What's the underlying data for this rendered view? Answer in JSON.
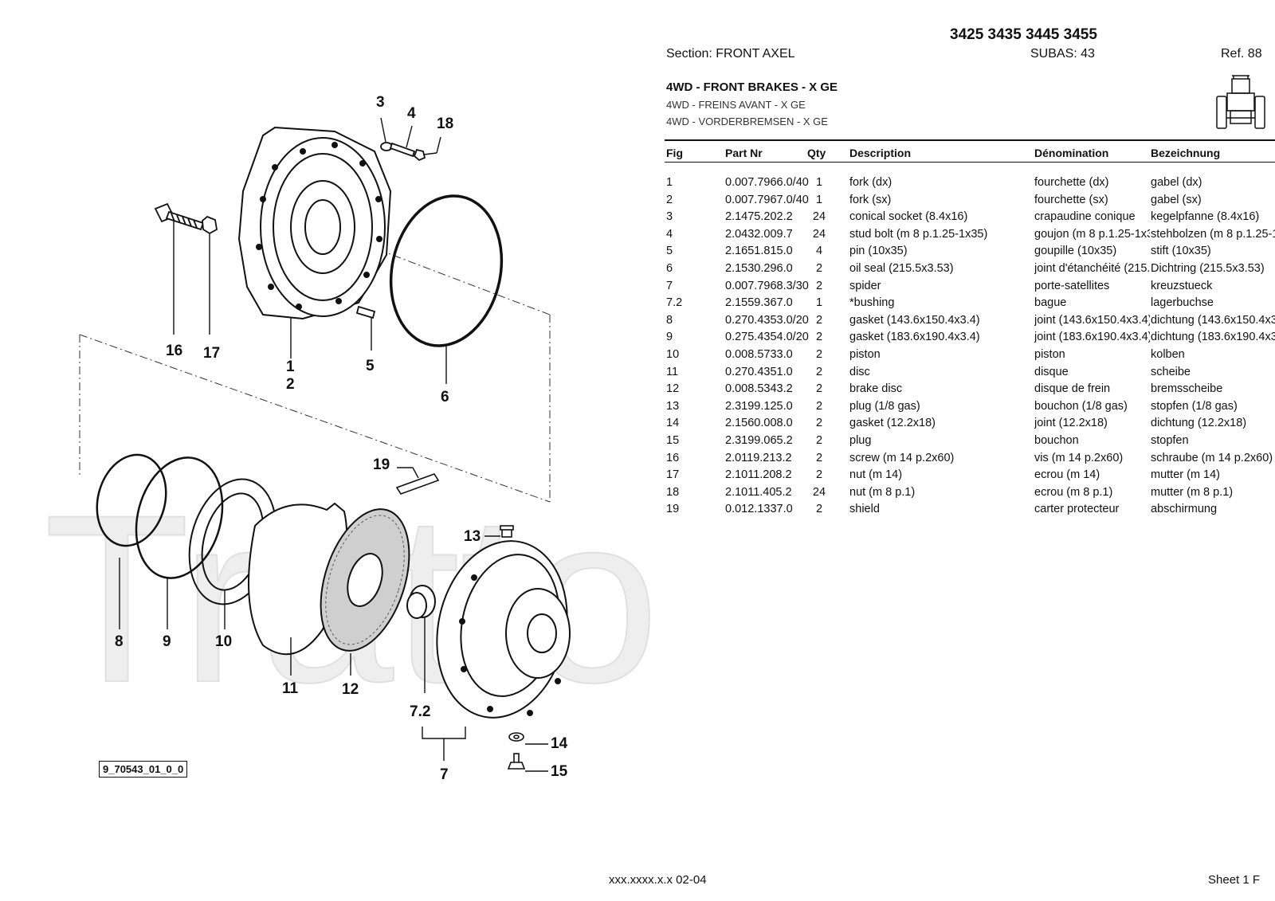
{
  "header": {
    "models": "3425 3435 3445 3455",
    "section": "Section: FRONT AXEL",
    "subas": "SUBAS: 43",
    "ref": "Ref. 88",
    "title_en": "4WD - FRONT BRAKES - X GE",
    "title_fr": "4WD - FREINS AVANT - X GE",
    "title_de": "4WD - VORDERBREMSEN - X GE",
    "tractor_icon": "tractor-front-view-icon"
  },
  "table": {
    "headers": {
      "fig": "Fig",
      "part": "Part Nr",
      "qty": "Qty",
      "desc": "Description",
      "fr": "Dénomination",
      "de": "Bezeichnung"
    },
    "rows": [
      {
        "fig": "1",
        "part": "0.007.7966.0/40",
        "qty": "1",
        "desc": "fork (dx)",
        "fr": "fourchette (dx)",
        "de": "gabel (dx)"
      },
      {
        "fig": "2",
        "part": "0.007.7967.0/40",
        "qty": "1",
        "desc": "fork (sx)",
        "fr": "fourchette (sx)",
        "de": "gabel (sx)"
      },
      {
        "fig": "3",
        "part": "2.1475.202.2",
        "qty": "24",
        "desc": "conical socket (8.4x16)",
        "fr": "crapaudine conique",
        "de": "kegelpfanne (8.4x16)"
      },
      {
        "fig": "4",
        "part": "2.0432.009.7",
        "qty": "24",
        "desc": "stud bolt (m 8 p.1.25-1x35)",
        "fr": "goujon (m 8 p.1.25-1x3",
        "de": "stehbolzen (m 8 p.1.25-1"
      },
      {
        "fig": "5",
        "part": "2.1651.815.0",
        "qty": "4",
        "desc": "pin (10x35)",
        "fr": "goupille (10x35)",
        "de": "stift (10x35)"
      },
      {
        "fig": "6",
        "part": "2.1530.296.0",
        "qty": "2",
        "desc": "oil seal (215.5x3.53)",
        "fr": "joint d'étanchéité (215.5",
        "de": "Dichtring (215.5x3.53)"
      },
      {
        "fig": "7",
        "part": "0.007.7968.3/30",
        "qty": "2",
        "desc": "spider",
        "fr": "porte-satellites",
        "de": "kreuzstueck"
      },
      {
        "fig": "7.2",
        "part": "2.1559.367.0",
        "qty": "1",
        "desc": "*bushing",
        "fr": "bague",
        "de": "lagerbuchse"
      },
      {
        "fig": "8",
        "part": "0.270.4353.0/20",
        "qty": "2",
        "desc": "gasket (143.6x150.4x3.4)",
        "fr": "joint (143.6x150.4x3.4)",
        "de": "dichtung (143.6x150.4x3."
      },
      {
        "fig": "9",
        "part": "0.275.4354.0/20",
        "qty": "2",
        "desc": "gasket (183.6x190.4x3.4)",
        "fr": "joint (183.6x190.4x3.4)",
        "de": "dichtung (183.6x190.4x3."
      },
      {
        "fig": "10",
        "part": "0.008.5733.0",
        "qty": "2",
        "desc": "piston",
        "fr": "piston",
        "de": "kolben"
      },
      {
        "fig": "11",
        "part": "0.270.4351.0",
        "qty": "2",
        "desc": "disc",
        "fr": "disque",
        "de": "scheibe"
      },
      {
        "fig": "12",
        "part": "0.008.5343.2",
        "qty": "2",
        "desc": "brake disc",
        "fr": "disque de frein",
        "de": "bremsscheibe"
      },
      {
        "fig": "13",
        "part": "2.3199.125.0",
        "qty": "2",
        "desc": "plug (1/8 gas)",
        "fr": "bouchon (1/8 gas)",
        "de": "stopfen (1/8 gas)"
      },
      {
        "fig": "14",
        "part": "2.1560.008.0",
        "qty": "2",
        "desc": "gasket (12.2x18)",
        "fr": "joint (12.2x18)",
        "de": "dichtung (12.2x18)"
      },
      {
        "fig": "15",
        "part": "2.3199.065.2",
        "qty": "2",
        "desc": "plug",
        "fr": "bouchon",
        "de": "stopfen"
      },
      {
        "fig": "16",
        "part": "2.0119.213.2",
        "qty": "2",
        "desc": "screw (m 14 p.2x60)",
        "fr": "vis (m 14 p.2x60)",
        "de": "schraube (m 14 p.2x60)"
      },
      {
        "fig": "17",
        "part": "2.1011.208.2",
        "qty": "2",
        "desc": "nut (m 14)",
        "fr": "ecrou (m 14)",
        "de": "mutter (m 14)"
      },
      {
        "fig": "18",
        "part": "2.1011.405.2",
        "qty": "24",
        "desc": "nut (m 8 p.1)",
        "fr": "ecrou (m 8 p.1)",
        "de": "mutter (m 8 p.1)"
      },
      {
        "fig": "19",
        "part": "0.012.1337.0",
        "qty": "2",
        "desc": "shield",
        "fr": "carter protecteur",
        "de": "abschirmung"
      }
    ]
  },
  "diagram": {
    "drawing_id": "9_70543_01_0_0",
    "watermark": "Trattore.iT",
    "callouts": [
      "3",
      "4",
      "18",
      "16",
      "17",
      "1",
      "2",
      "5",
      "6",
      "19",
      "13",
      "8",
      "9",
      "10",
      "11",
      "12",
      "7.2",
      "7",
      "14",
      "15"
    ]
  },
  "footer": {
    "code": "xxx.xxxx.x.x  02-04",
    "sheet": "Sheet 1 F"
  }
}
